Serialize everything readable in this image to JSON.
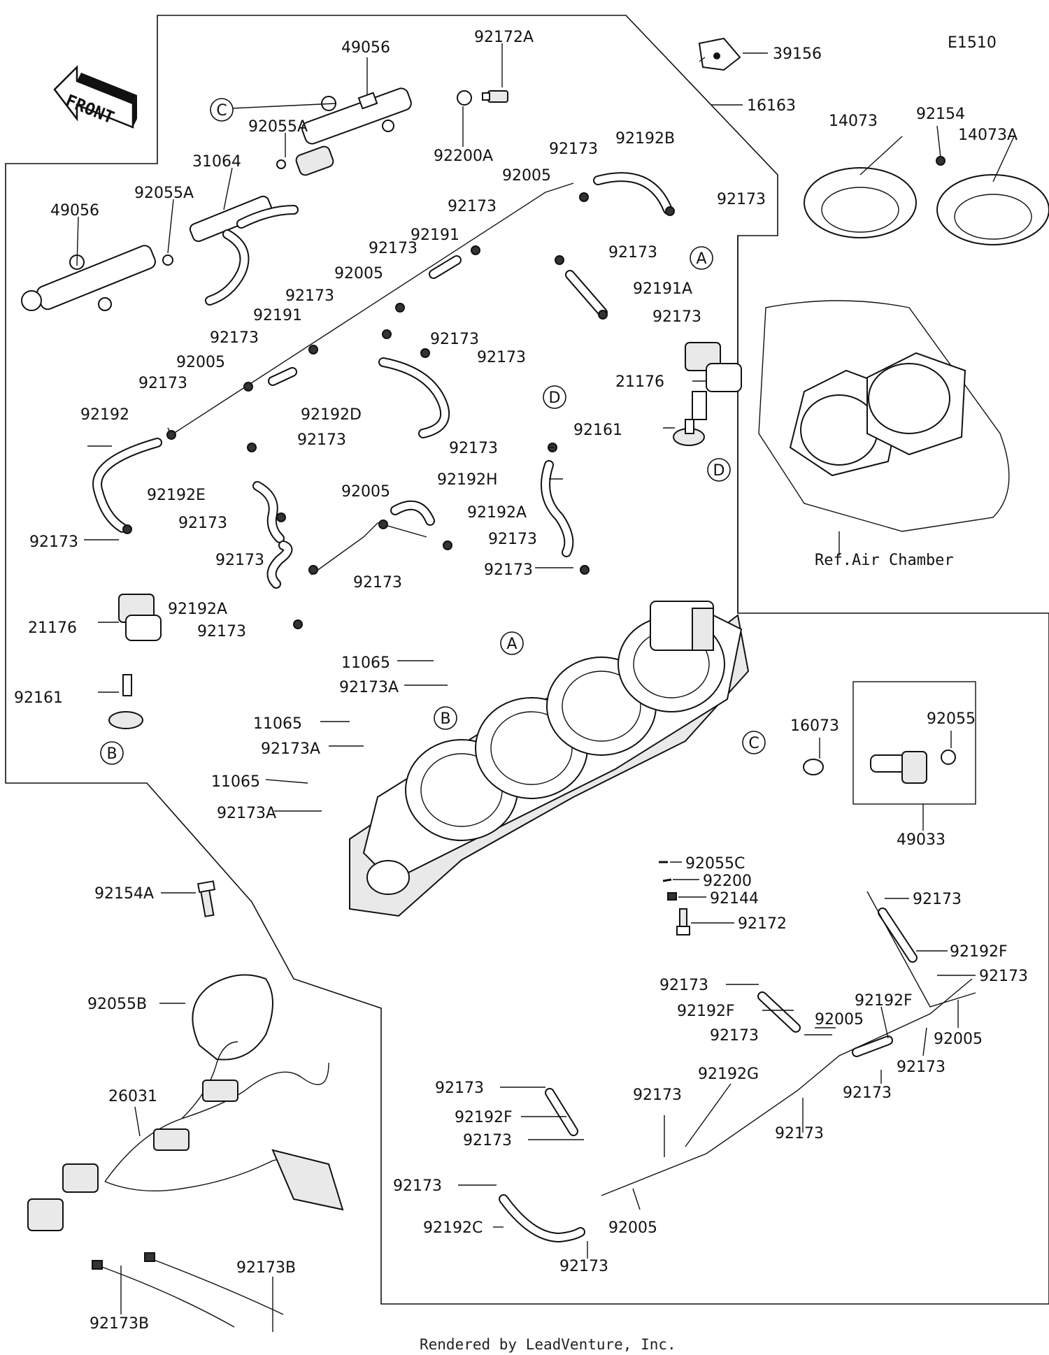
{
  "diagram_code": "E1510",
  "front_label": "FRONT",
  "ref_label": "Ref.Air Chamber",
  "credit": "Rendered by LeadVenture, Inc.",
  "callout_marks": {
    "A": "A",
    "B": "B",
    "C": "C",
    "D": "D"
  },
  "part_labels": {
    "p49056_top": "49056",
    "p92172A": "92172A",
    "p39156": "39156",
    "p16163": "16163",
    "p92055A_1": "92055A",
    "p92200A": "92200A",
    "p31064": "31064",
    "p92055A_2": "92055A",
    "p49056_left": "49056",
    "p92173_a": "92173",
    "p92192B": "92192B",
    "p92005_a": "92005",
    "p92173_b": "92173",
    "p92173_c": "92173",
    "p92191_a": "92191",
    "p92173_d": "92173",
    "p92191A": "92191A",
    "p92005_b": "92005",
    "p92173_e": "92173",
    "p92173_f": "92173",
    "p92191_b": "92191",
    "p92173_g": "92173",
    "p92173_h": "92173",
    "p92173_i": "92173",
    "p92005_c": "92005",
    "p92173_j": "92173",
    "p92192D": "92192D",
    "p92192": "92192",
    "p92173_k": "92173",
    "p92192E": "92192E",
    "p92173_l": "92173",
    "p92005_d": "92005",
    "p92192A_1": "92192A",
    "p92173_m": "92173",
    "p92173_n": "92173",
    "p92173_o": "92173",
    "p92192A_2": "92192A",
    "p92173_p": "92173",
    "p21176_left": "21176",
    "p92161_left": "92161",
    "p14073": "14073",
    "p92154": "92154",
    "p14073A": "14073A",
    "p21176_right": "21176",
    "p92161_right": "92161",
    "p92173_q": "92173",
    "p92192H": "92192H",
    "p92173_r": "92173",
    "p11065_a": "11065",
    "p92173A_a": "92173A",
    "p11065_b": "11065",
    "p92173A_b": "92173A",
    "p11065_c": "11065",
    "p92173A_c": "92173A",
    "p16073": "16073",
    "p92055": "92055",
    "p49033": "49033",
    "p92154A": "92154A",
    "p92055C": "92055C",
    "p92200": "92200",
    "p92144": "92144",
    "p92172": "92172",
    "p92173_s": "92173",
    "p92192F_a": "92192F",
    "p92173_t": "92173",
    "p92055B": "92055B",
    "p92173_u": "92173",
    "p92192F_b": "92192F",
    "p92192F_c": "92192F",
    "p92005_e": "92005",
    "p92005_f": "92005",
    "p92173_v": "92173",
    "p92173_w": "92173",
    "p92173_x": "92173",
    "p92192G": "92192G",
    "p26031": "26031",
    "p92173_y": "92173",
    "p92192F_d": "92192F",
    "p92173_z": "92173",
    "p92173_aa": "92173",
    "p92173_ab": "92173",
    "p92173_ac": "92173",
    "p92192C": "92192C",
    "p92005_g": "92005",
    "p92173_ad": "92173",
    "p92173B_1": "92173B",
    "p92173B_2": "92173B"
  }
}
